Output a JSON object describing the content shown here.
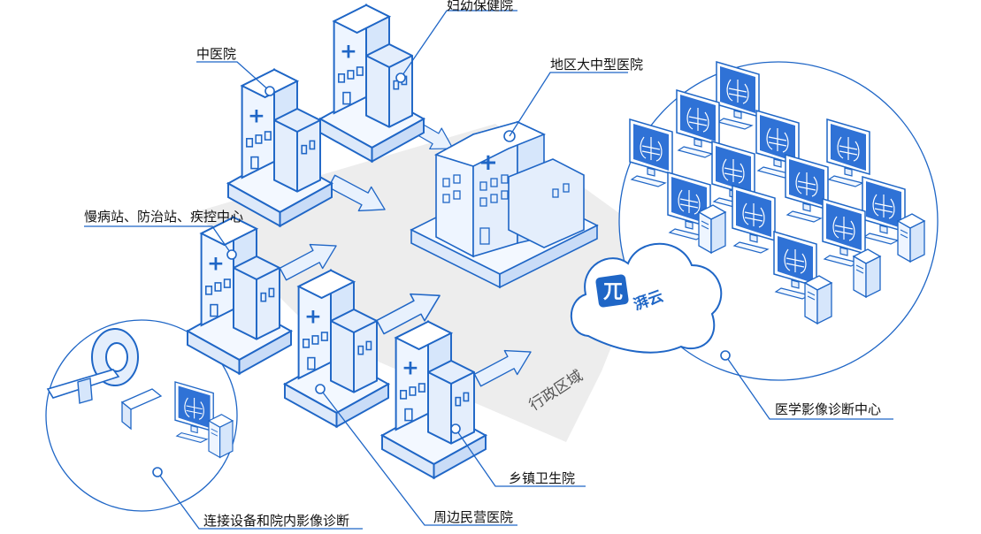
{
  "labels": {
    "maternal": "妇幼保健院",
    "tcm": "中医院",
    "regional": "地区大中型医院",
    "chronic": "慢病站、防治站、疾控中心",
    "imaging_center": "医学影像诊断中心",
    "township": "乡镇卫生院",
    "private": "周边民营医院",
    "connect": "连接设备和院内影像诊断"
  },
  "region_label": "行政区域",
  "brand": {
    "name": "湃云",
    "logo_mark": "兀"
  },
  "colors": {
    "line": "#1f66c6",
    "building_face": "#eef5ff",
    "building_side": "#d6e6fb",
    "monitor_screen": "#2f72d6",
    "region": "#ededed"
  }
}
